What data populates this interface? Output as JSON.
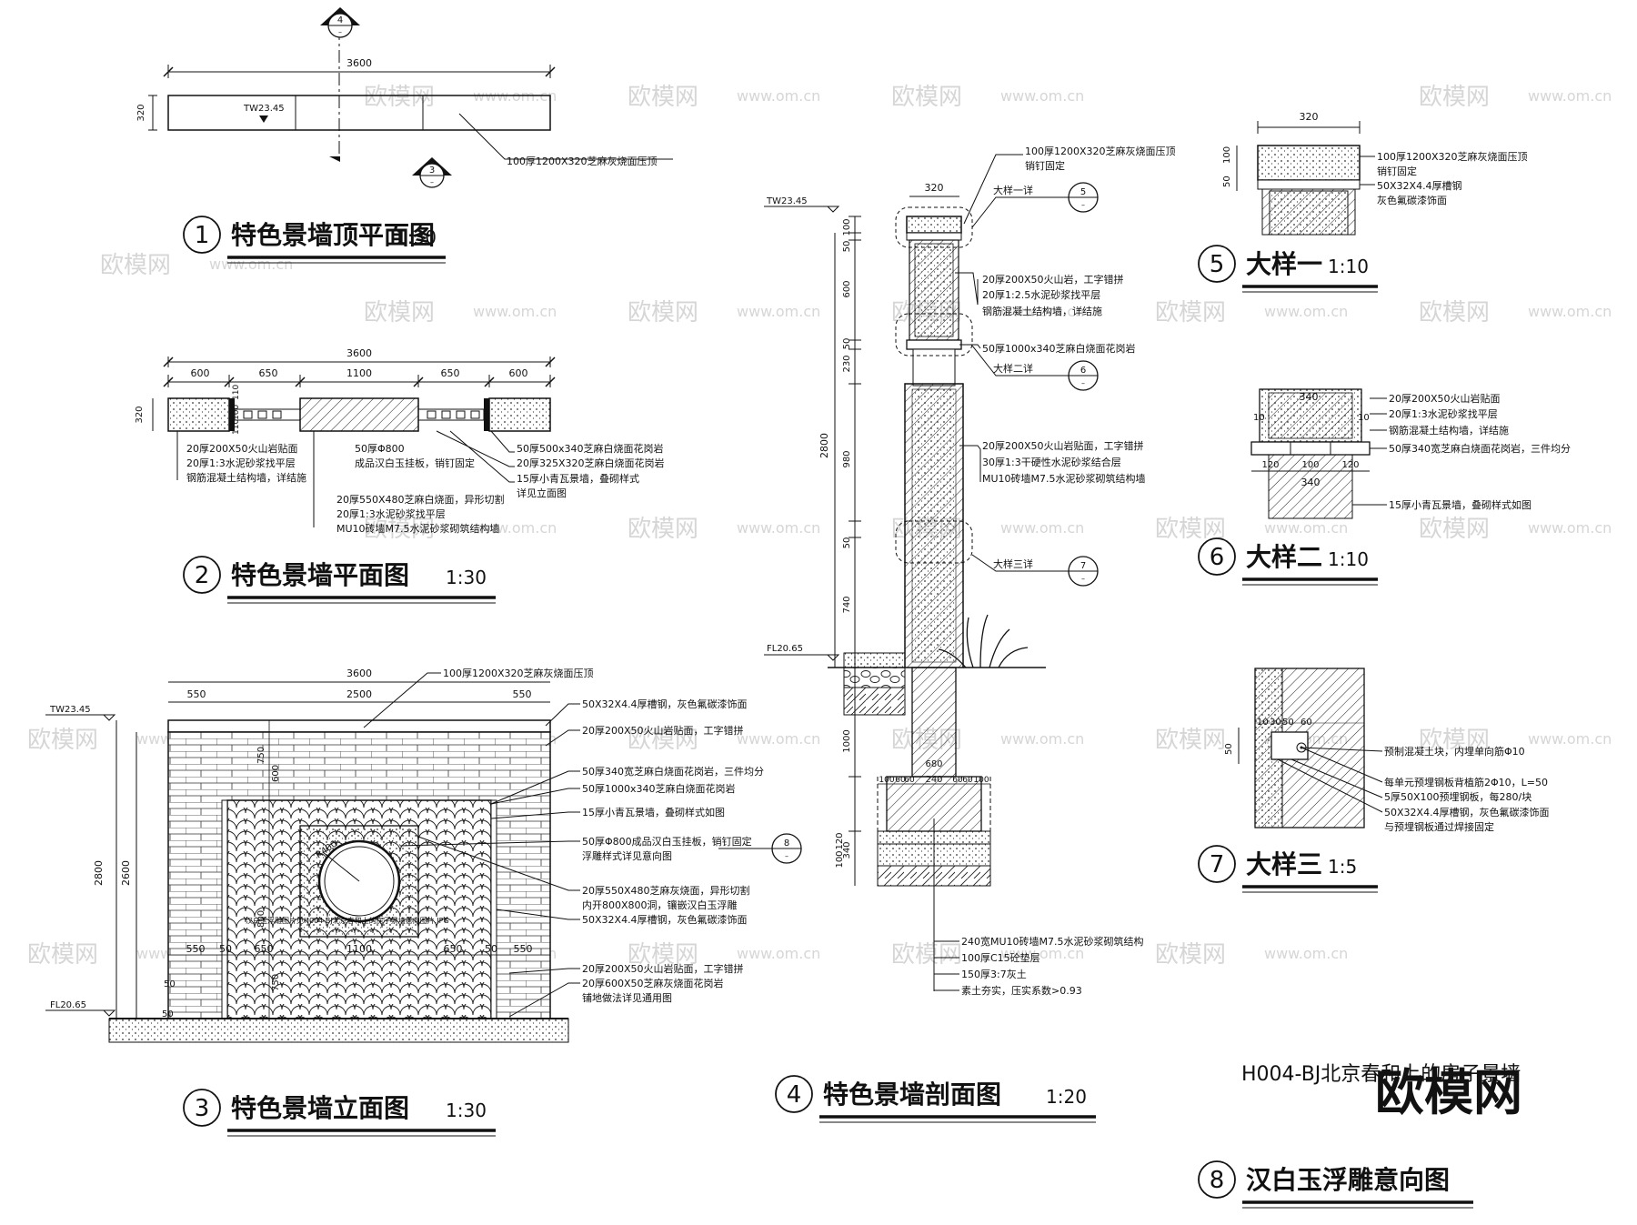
{
  "title_blocks": [
    {
      "num": "1",
      "title": "特色景墙顶平面图",
      "scale": "1:30"
    },
    {
      "num": "2",
      "title": "特色景墙平面图",
      "scale": "1:30"
    },
    {
      "num": "3",
      "title": "特色景墙立面图",
      "scale": "1:30"
    },
    {
      "num": "4",
      "title": "特色景墙剖面图",
      "scale": "1:20"
    },
    {
      "num": "5",
      "title": "大样一",
      "scale": "1:10"
    },
    {
      "num": "6",
      "title": "大样二",
      "scale": "1:10"
    },
    {
      "num": "7",
      "title": "大样三",
      "scale": "1:5"
    },
    {
      "num": "8",
      "title": "汉白玉浮雕意向图",
      "scale": ""
    }
  ],
  "view1": {
    "dim_total": "3600",
    "dim_height": "320",
    "level": "TW23.45",
    "note": "100厚1200X320芝麻灰烧面压顶",
    "sym_top": "4",
    "sym_bottom": "3"
  },
  "view2": {
    "dim_total": "3600",
    "dims": [
      "600",
      "650",
      "1100",
      "650",
      "600"
    ],
    "dim_height": "320",
    "dim_small": [
      "110",
      "100",
      "110"
    ],
    "notes_left": [
      "20厚200X50火山岩贴面",
      "20厚1:3水泥砂浆找平层",
      "钢筋混凝土结构墙，详结施"
    ],
    "notes_mid": [
      "50厚Φ800",
      "成品汉白玉挂板，销钉固定"
    ],
    "notes_right": [
      "50厚500x340芝麻白烧面花岗岩",
      "20厚325X320芝麻白烧面花岗岩",
      "15厚小青瓦景墙，叠砌样式",
      "详见立面图"
    ],
    "notes_bottom": [
      "20厚550X480芝麻白烧面，异形切割",
      "20厚1:3水泥砂浆找平层",
      "MU10砖墙M7.5水泥砂浆砌筑结构墙"
    ]
  },
  "view3": {
    "dim_total": "3600",
    "dims_top": [
      "550",
      "2500",
      "550"
    ],
    "dims_bottom": [
      "550",
      "50",
      "650",
      "1100",
      "650",
      "50",
      "550"
    ],
    "level_top": "TW23.45",
    "level_bottom": "FL20.65",
    "dim_left_outer": "2800",
    "dim_left_inner": "2600",
    "dims_left": [
      "50",
      "50",
      "750",
      "600",
      "50",
      "50",
      "250",
      "800",
      "250",
      "50",
      "50",
      "750",
      "50",
      "50"
    ],
    "radius": "R400",
    "hidden_note": "汉白玉浮雕图片见H004-BJ北京春和上的房子景墙意向图片.JPG",
    "note_top": "100厚1200X320芝麻灰烧面压顶",
    "notes_right": [
      "50X32X4.4厚槽钢，灰色氟碳漆饰面",
      "20厚200X50火山岩贴面，工字错拼",
      "50厚340宽芝麻白烧面花岗岩，三件均分",
      "50厚1000x340芝麻白烧面花岗岩",
      "15厚小青瓦景墙，叠砌样式如图",
      "50厚Φ800成品汉白玉挂板，销钉固定",
      "浮雕样式详见意向图",
      "20厚550X480芝麻灰烧面，异形切割",
      "内开800X800洞，镶嵌汉白玉浮雕",
      "50X32X4.4厚槽钢，灰色氟碳漆饰面",
      "20厚200X50火山岩贴面，工字错拼",
      "20厚600X50芝麻灰烧面花岗岩",
      "铺地做法详见通用图"
    ],
    "sym": "8"
  },
  "view4": {
    "dim_top": "320",
    "level_top": "TW23.45",
    "level_bottom": "FL20.65",
    "dims_left": [
      "100",
      "50",
      "600",
      "50",
      "230",
      "980",
      "50",
      "740",
      "1000",
      "340",
      "120",
      "100"
    ],
    "dim_total": "2800",
    "footing": [
      "680",
      "100",
      "60",
      "60",
      "240",
      "60",
      "60",
      "100"
    ],
    "callouts": [
      {
        "label": "大样一详",
        "num": "5"
      },
      {
        "label": "大样二详",
        "num": "6"
      },
      {
        "label": "大样三详",
        "num": "7"
      }
    ],
    "notes_top": [
      "100厚1200X320芝麻灰烧面压顶",
      "销钉固定"
    ],
    "notes_a": [
      "20厚200X50火山岩，工字错拼",
      "20厚1:2.5水泥砂浆找平层",
      "钢筋混凝土结构墙，详结施"
    ],
    "note_b": "50厚1000x340芝麻白烧面花岗岩",
    "notes_c": [
      "20厚200X50火山岩贴面，工字错拼",
      "30厚1:3干硬性水泥砂浆结合层",
      "MU10砖墙M7.5水泥砂浆砌筑结构墙"
    ],
    "notes_base": [
      "240宽MU10砖墙M7.5水泥砂浆砌筑结构",
      "100厚C15砼垫层",
      "150厚3:7灰土",
      "素土夯实，压实系数>0.93"
    ]
  },
  "view5": {
    "dim_top": "320",
    "dims_left": [
      "100",
      "50"
    ],
    "notes": [
      "100厚1200X320芝麻灰烧面压顶",
      "销钉固定",
      "50X32X4.4厚槽钢",
      "灰色氟碳漆饰面"
    ]
  },
  "view6": {
    "dim_top": "340",
    "dims_side": [
      "10",
      "10"
    ],
    "dims_bottom": [
      "120",
      "100",
      "120"
    ],
    "dim_total": "340",
    "notes": [
      "20厚200X50火山岩贴面",
      "20厚1:3水泥砂浆找平层",
      "钢筋混凝土结构墙，详结施",
      "50厚340宽芝麻白烧面花岗岩，三件均分",
      "15厚小青瓦景墙，叠砌样式如图"
    ]
  },
  "view7": {
    "dims": [
      "10",
      "30",
      "50",
      "60"
    ],
    "dim_left": "50",
    "notes": [
      "预制混凝土块，内埋单向筋Φ10",
      "每单元预埋钢板背植筋2Φ10，L=50",
      "5厚50X100预埋钢板，每280/块",
      "50X32X4.4厚槽钢，灰色氟碳漆饰面",
      "与预埋钢板通过焊接固定"
    ]
  },
  "sheet_code": "H004-BJ北京春和上的房子景墙",
  "watermarks": [
    "欧模网",
    "www.om.cn"
  ],
  "logo": "欧模网"
}
